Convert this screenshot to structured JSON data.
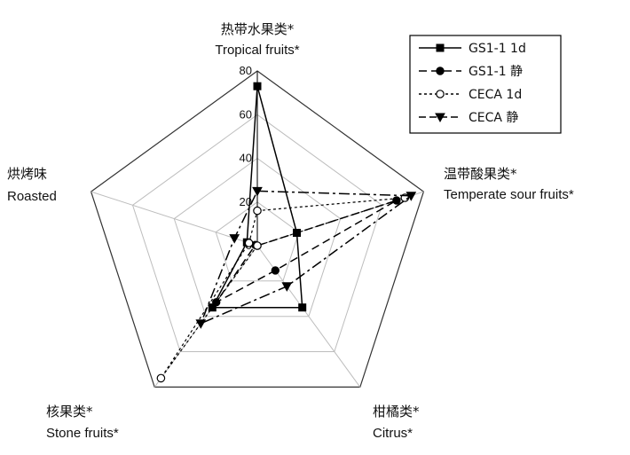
{
  "chart_data": {
    "type": "radar",
    "axes": [
      {
        "cn": "热带水果类*",
        "en": "Tropical fruits*"
      },
      {
        "cn": "温带酸果类*",
        "en": "Temperate sour fruits*"
      },
      {
        "cn": "柑橘类*",
        "en": "Citrus*"
      },
      {
        "cn": "核果类*",
        "en": "Stone fruits*"
      },
      {
        "cn": "烘烤味",
        "en": "Roasted"
      }
    ],
    "range": [
      0,
      80
    ],
    "ticks": [
      0,
      20,
      40,
      60,
      80
    ],
    "series": [
      {
        "name": "GS1-1 1d",
        "values": [
          73,
          19,
          35,
          35,
          5
        ]
      },
      {
        "name": "GS1-1 静",
        "values": [
          0,
          67,
          14,
          32,
          1
        ]
      },
      {
        "name": "CECA 1d",
        "values": [
          16,
          71,
          0,
          75,
          4
        ]
      },
      {
        "name": "CECA 静",
        "values": [
          25,
          74,
          23,
          44,
          11
        ]
      }
    ],
    "colors": {
      "series": "#000000",
      "grid": "#bdbdbd",
      "outer": "#333333"
    }
  }
}
